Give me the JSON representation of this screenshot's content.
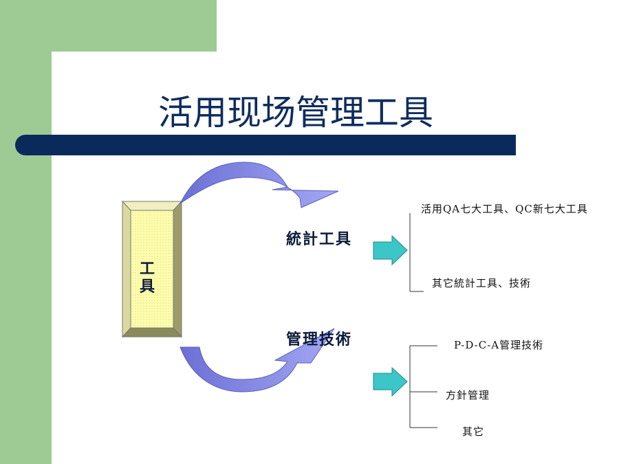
{
  "slide": {
    "title": "活用现场管理工具",
    "tool_box": {
      "char1": "工",
      "char2": "具"
    },
    "categories": [
      {
        "label": "統計工具",
        "items": [
          "活用QA七大工具、QC新七大工具",
          "其它統計工具、技術"
        ]
      },
      {
        "label": "管理技術",
        "items": [
          "P-D-C-A管理技術",
          "方針管理",
          "其它"
        ]
      }
    ]
  },
  "colors": {
    "background": "#ffffff",
    "accent_green": "#9dcb93",
    "title_bar": "#0a2a5c",
    "title_text": "#0e2c5e",
    "arrow_curve": "#8a8fe6",
    "block_arrow": "#3cc6c8",
    "box_fill": "#fdfdb0"
  }
}
